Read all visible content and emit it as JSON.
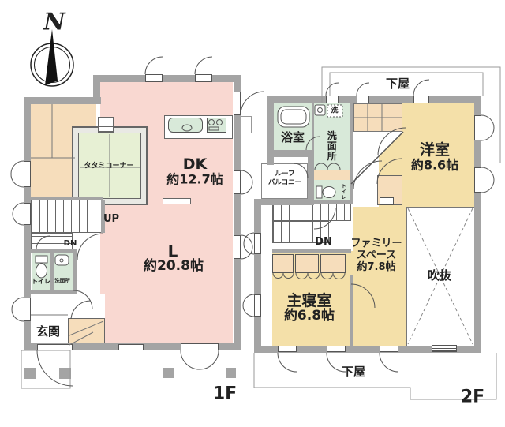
{
  "compass": {
    "north": "N"
  },
  "floor1": {
    "label": "1F",
    "up": "UP",
    "dn": "DN",
    "dk_name": "DK",
    "dk_size": "約12.7帖",
    "living_name": "L",
    "living_size": "約20.8帖",
    "tatami": "タタミコーナー",
    "toilet": "トイレ",
    "washroom": "洗面所",
    "entrance": "玄関"
  },
  "floor2": {
    "label": "2F",
    "geya_top": "下屋",
    "geya_bottom": "下屋",
    "washer": "洗",
    "bath": "浴室",
    "washroom": "洗面所",
    "balcony_line1": "ルーフ",
    "balcony_line2": "バルコニー",
    "toilet": "トイレ",
    "western_name": "洋室",
    "western_size": "約8.6帖",
    "dn": "DN",
    "family_line1": "ファミリー",
    "family_line2": "スペース",
    "family_size": "約7.8帖",
    "void": "吹抜",
    "bedroom_name": "主寝室",
    "bedroom_size": "約6.8帖"
  },
  "colors": {
    "wall_gray": "#a4a4a4",
    "ldk_pink": "#f9d8d1",
    "wet_area_green": "#d8e9d9",
    "tatami_green": "#e7f0d4",
    "closet_beige": "#f6ddbb",
    "room_yellow": "#f4e0a9",
    "line_dark": "#555555"
  }
}
